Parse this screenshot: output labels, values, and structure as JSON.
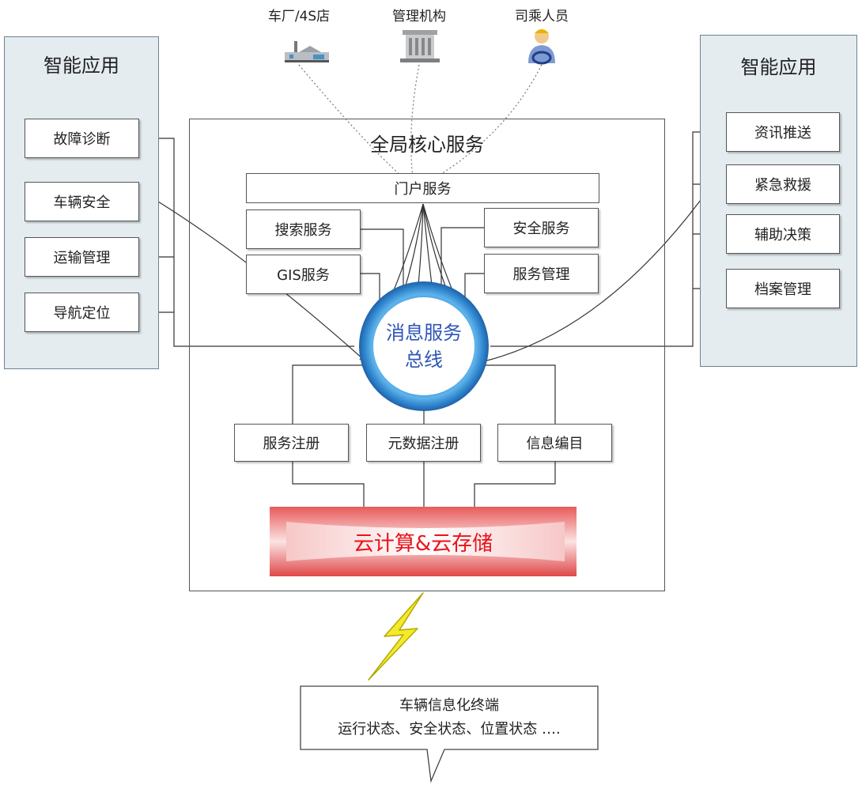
{
  "entities": {
    "factory": "车厂/4S店",
    "authority": "管理机构",
    "driver": "司乘人员"
  },
  "left_panel": {
    "title": "智能应用",
    "items": [
      "故障诊断",
      "车辆安全",
      "运输管理",
      "导航定位"
    ]
  },
  "right_panel": {
    "title": "智能应用",
    "items": [
      "资讯推送",
      "紧急救援",
      "辅助决策",
      "档案管理"
    ]
  },
  "core": {
    "title": "全局核心服务",
    "portal": "门户服务",
    "search": "搜索服务",
    "gis": "GIS服务",
    "security": "安全服务",
    "service_mgmt": "服务管理",
    "bus_line1": "消息服务",
    "bus_line2": "总线",
    "registry": [
      "服务注册",
      "元数据注册",
      "信息编目"
    ],
    "cloud": "云计算&云存储"
  },
  "terminal": {
    "line1": "车辆信息化终端",
    "line2": "运行状态、安全状态、位置状态 …."
  }
}
